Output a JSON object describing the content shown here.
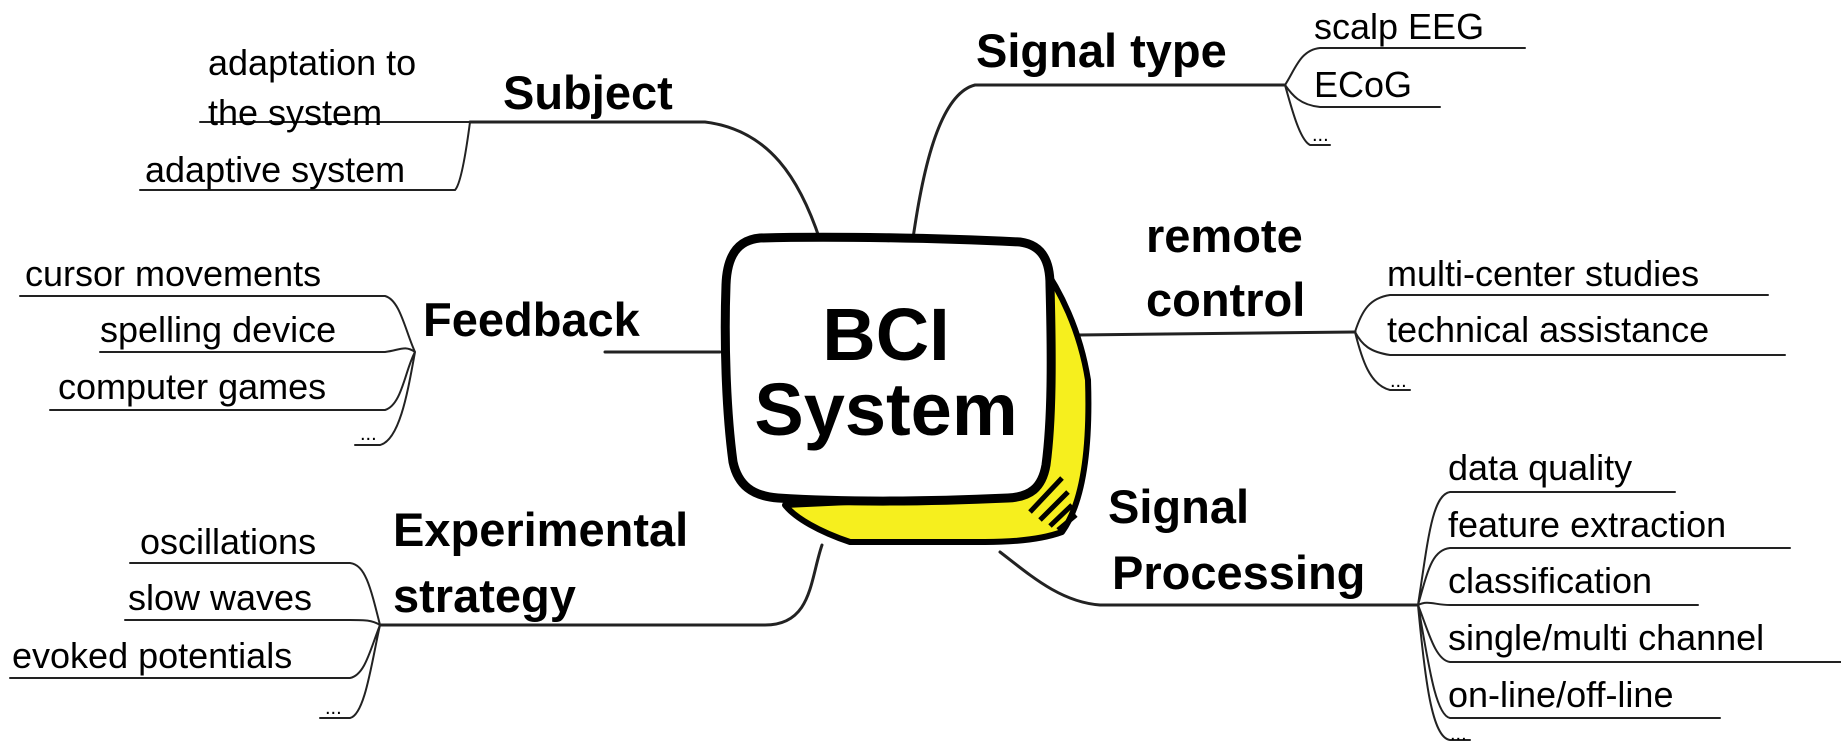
{
  "center": {
    "line1": "BCI",
    "line2": "System"
  },
  "branches": {
    "subject": {
      "label": "Subject",
      "items": [
        "adaptation to",
        "the system",
        "adaptive system"
      ]
    },
    "feedback": {
      "label": "Feedback",
      "items": [
        "cursor movements",
        "spelling device",
        "computer games",
        "..."
      ]
    },
    "experimental": {
      "label_line1": "Experimental",
      "label_line2": "strategy",
      "items": [
        "oscillations",
        "slow waves",
        "evoked potentials",
        "..."
      ]
    },
    "signal_type": {
      "label": "Signal type",
      "items": [
        "scalp EEG",
        "ECoG",
        "..."
      ]
    },
    "remote": {
      "label_line1": "remote",
      "label_line2": "control",
      "items": [
        "multi-center studies",
        "technical assistance",
        "..."
      ]
    },
    "processing": {
      "label_line1": "Signal",
      "label_line2": "Processing",
      "items": [
        "data quality",
        "feature extraction",
        "classification",
        "single/multi channel",
        "on-line/off-line",
        "..."
      ]
    }
  },
  "colors": {
    "lines": "#222222",
    "box_face": "#ffffff",
    "box_side": "#f6ef1e",
    "outline": "#000000"
  }
}
